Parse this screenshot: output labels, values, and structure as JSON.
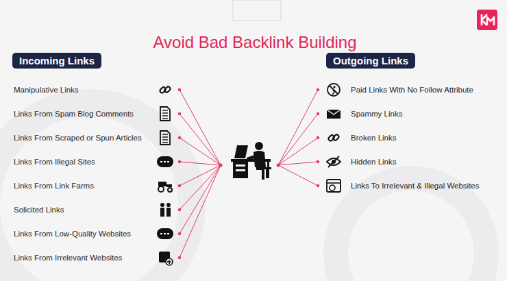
{
  "diagram": {
    "title": "Avoid Bad Backlink Building",
    "nodes": [
      {
        "text": [
          "Incoming Links"
        ]
      },
      {
        "text": [
          "Outgoing Links"
        ]
      }
    ],
    "labels": [
      "Manipulative Links",
      "Links From Spam Blog Comments",
      "Links From Scraped or Spun Articles",
      "Links From Illegal Sites",
      "Links From Link Farms",
      "Solicited Links",
      "Links From Low-Quality Websites",
      "Links From Irrelevant Websites",
      "Paid Links With No Follow Attribute",
      "Spammy Links",
      "Broken Links",
      "Hidden Links",
      "Links To Irrelevant & Illegal Websites"
    ]
  }
}
